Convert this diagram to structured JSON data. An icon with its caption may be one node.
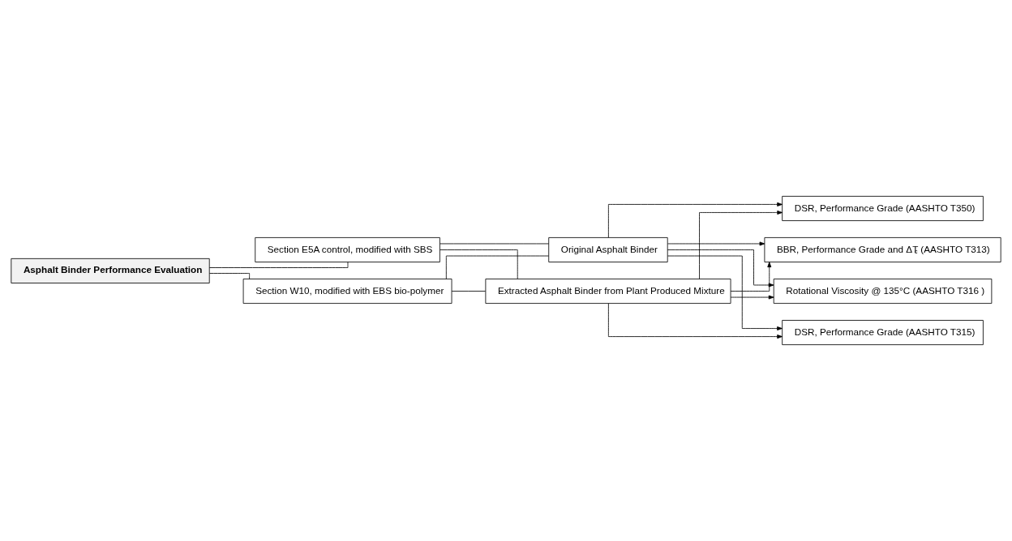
{
  "diagram": {
    "nodes": [
      {
        "text": [
          "Asphalt Binder Performance Evaluation"
        ]
      },
      {
        "text": [
          "Section E5A control, modified with SBS"
        ]
      },
      {
        "text": [
          "Section W10, modified with EBS bio-polymer"
        ]
      },
      {
        "text": [
          "Original Asphalt Binder"
        ]
      },
      {
        "text": [
          "Extracted Asphalt Binder from Plant Produced Mixture"
        ]
      },
      {
        "text": [
          "Rotational Viscosity @ 135°C (AASHTO T316 )"
        ]
      },
      {
        "text": [
          "DSR, Performance Grade (AASHTO T315)"
        ]
      },
      {
        "text": [
          "DSR, Performance Grade (AASHTO T350)"
        ]
      },
      {
        "text": [
          "BBR, Performance Grade and ΔT$_{c}$ (AASHTO T313)"
        ]
      }
    ],
    "edges": [
      {
        "from": 0,
        "to": 1,
        "arrow": "none"
      },
      {
        "from": 0,
        "to": 2,
        "arrow": "none"
      },
      {
        "from": 1,
        "to": 3,
        "arrow": "none"
      },
      {
        "from": 1,
        "to": 4,
        "arrow": "none"
      },
      {
        "from": 2,
        "to": 3,
        "arrow": "none"
      },
      {
        "from": 2,
        "to": 4,
        "arrow": "none"
      },
      {
        "from": 3,
        "to": 5,
        "arrow": "to"
      },
      {
        "from": 3,
        "to": 6,
        "arrow": "to"
      },
      {
        "from": 3,
        "to": 7,
        "arrow": "to"
      },
      {
        "from": 3,
        "to": 8,
        "arrow": "to"
      },
      {
        "from": 4,
        "to": 5,
        "arrow": "to"
      },
      {
        "from": 4,
        "to": 6,
        "arrow": "to"
      },
      {
        "from": 4,
        "to": 7,
        "arrow": "to"
      },
      {
        "from": 4,
        "to": 8,
        "arrow": "to"
      }
    ]
  }
}
